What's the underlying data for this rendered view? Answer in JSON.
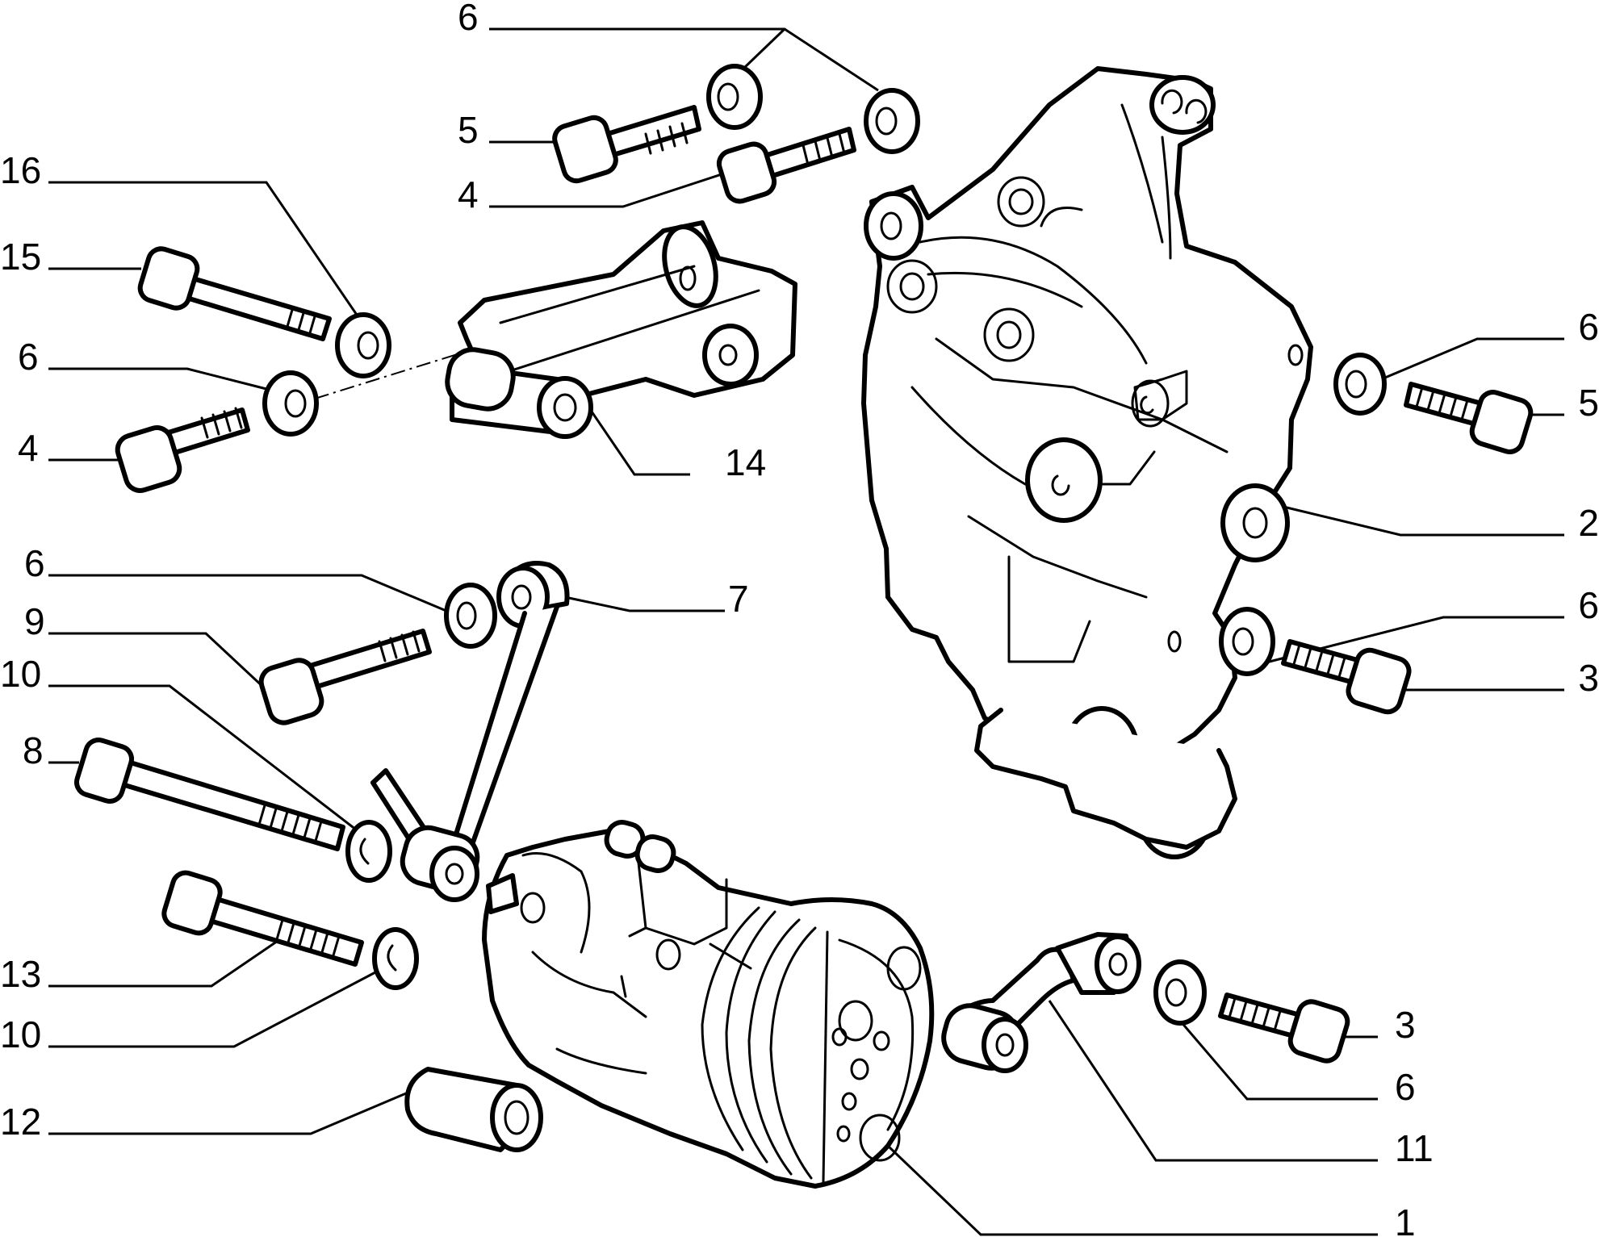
{
  "callouts": [
    {
      "id": "c1",
      "text": "6"
    },
    {
      "id": "c2",
      "text": "5"
    },
    {
      "id": "c3",
      "text": "4"
    },
    {
      "id": "c4",
      "text": "16"
    },
    {
      "id": "c5",
      "text": "15"
    },
    {
      "id": "c6",
      "text": "6"
    },
    {
      "id": "c7",
      "text": "4"
    },
    {
      "id": "c8",
      "text": "14"
    },
    {
      "id": "c9",
      "text": "6"
    },
    {
      "id": "c10",
      "text": "5"
    },
    {
      "id": "c11",
      "text": "2"
    },
    {
      "id": "c12",
      "text": "6"
    },
    {
      "id": "c13",
      "text": "3"
    },
    {
      "id": "c14",
      "text": "6"
    },
    {
      "id": "c15",
      "text": "9"
    },
    {
      "id": "c16",
      "text": "7"
    },
    {
      "id": "c17",
      "text": "10"
    },
    {
      "id": "c18",
      "text": "8"
    },
    {
      "id": "c19",
      "text": "13"
    },
    {
      "id": "c20",
      "text": "10"
    },
    {
      "id": "c21",
      "text": "12"
    },
    {
      "id": "c22",
      "text": "3"
    },
    {
      "id": "c23",
      "text": "6"
    },
    {
      "id": "c24",
      "text": "11"
    },
    {
      "id": "c25",
      "text": "1"
    }
  ]
}
